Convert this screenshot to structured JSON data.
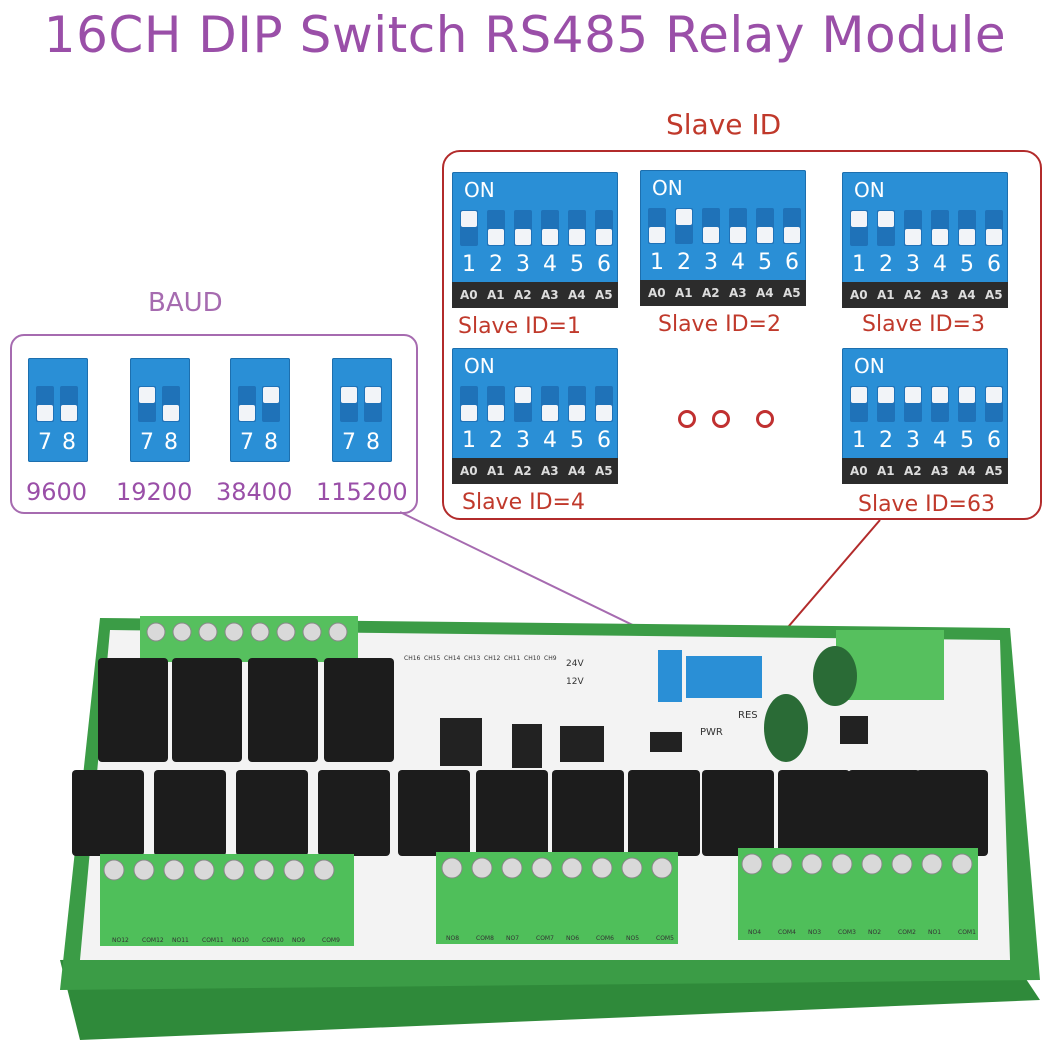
{
  "title": "16CH DIP Switch RS485 Relay Module",
  "baud": {
    "heading": "BAUD",
    "options": [
      {
        "rate": "9600",
        "sw7": "off",
        "sw8": "off"
      },
      {
        "rate": "19200",
        "sw7": "on",
        "sw8": "off"
      },
      {
        "rate": "38400",
        "sw7": "off",
        "sw8": "on"
      },
      {
        "rate": "115200",
        "sw7": "on",
        "sw8": "on"
      }
    ],
    "switch_numbers": [
      "7",
      "8"
    ]
  },
  "slave": {
    "heading": "Slave ID",
    "on_label": "ON",
    "switch_numbers": [
      "1",
      "2",
      "3",
      "4",
      "5",
      "6"
    ],
    "address_labels": [
      "A0",
      "A1",
      "A2",
      "A3",
      "A4",
      "A5"
    ],
    "examples": [
      {
        "label": "Slave ID=1",
        "bits": [
          1,
          0,
          0,
          0,
          0,
          0
        ]
      },
      {
        "label": "Slave ID=2",
        "bits": [
          0,
          1,
          0,
          0,
          0,
          0
        ]
      },
      {
        "label": "Slave ID=3",
        "bits": [
          1,
          1,
          0,
          0,
          0,
          0
        ]
      },
      {
        "label": "Slave ID=4",
        "bits": [
          0,
          0,
          1,
          0,
          0,
          0
        ]
      },
      {
        "label": "Slave ID=63",
        "bits": [
          1,
          1,
          1,
          1,
          1,
          1
        ]
      }
    ]
  },
  "board": {
    "power_options": [
      "24V",
      "12V"
    ],
    "status_labels": [
      "PWR",
      "RES"
    ],
    "channel_labels": [
      "CH16",
      "CH15",
      "CH14",
      "CH13",
      "CH12",
      "CH11",
      "CH10",
      "CH9"
    ],
    "terminal_groups": [
      [
        "NO12",
        "COM12",
        "NO11",
        "COM11",
        "NO10",
        "COM10",
        "NO9",
        "COM9"
      ],
      [
        "NO8",
        "COM8",
        "NO7",
        "COM7",
        "NO6",
        "COM6",
        "NO5",
        "COM5"
      ],
      [
        "NO4",
        "COM4",
        "NO3",
        "COM3",
        "NO2",
        "COM2",
        "NO1",
        "COM1"
      ]
    ]
  },
  "colors": {
    "title": "#9a4fa8",
    "baud_frame": "#a66bb0",
    "slave_frame": "#b22b2b",
    "dip_blue": "#2a8fd6",
    "pcb": "#f4f4f4",
    "rail": "#3a9a45",
    "relay": "#1c1c1c",
    "terminal": "#4fbf5a"
  }
}
